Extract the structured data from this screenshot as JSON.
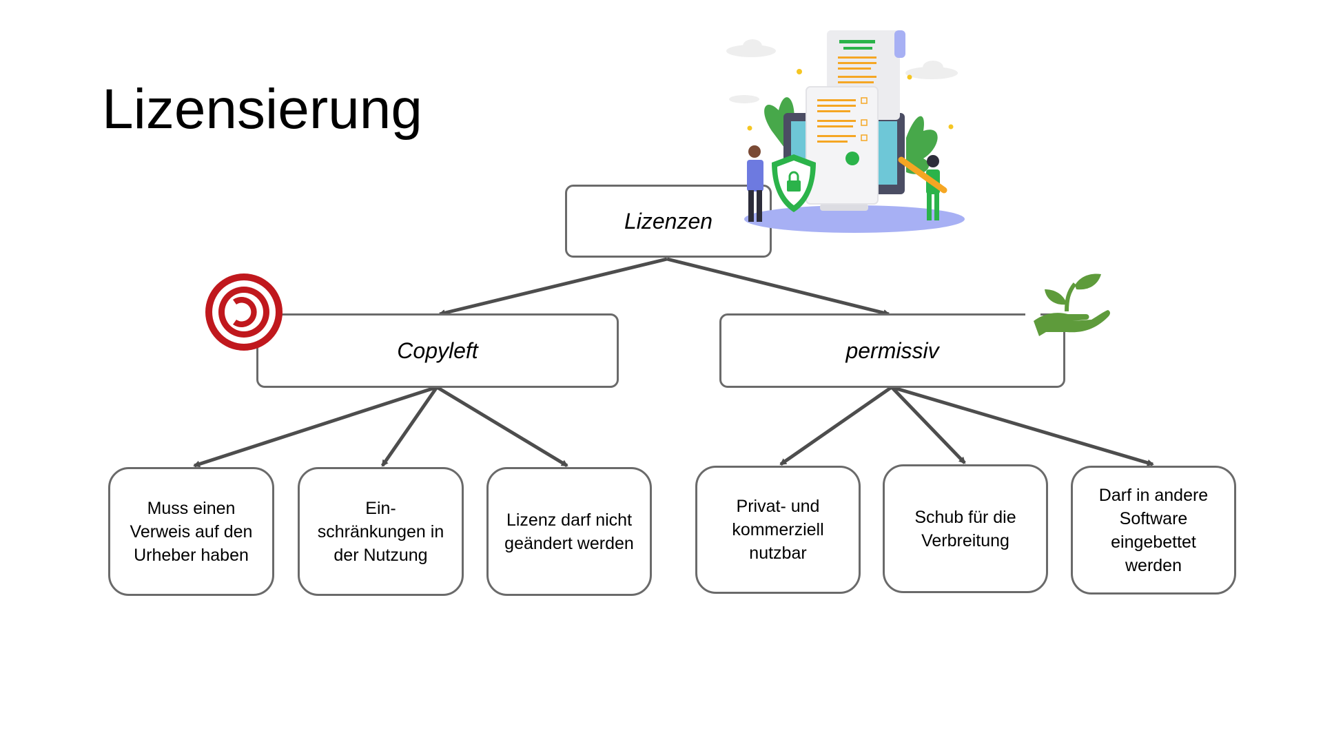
{
  "slide": {
    "title": "Lizensierung"
  },
  "root": {
    "label": "Lizenzen"
  },
  "branches": [
    {
      "label": "Copyleft",
      "icon": "copyleft-icon",
      "children": [
        "Muss einen Verweis auf den Urheber haben",
        "Ein-\nschränkungen in der Nutzung",
        "Lizenz darf nicht geändert werden"
      ]
    },
    {
      "label": "permissiv",
      "icon": "plant-in-hand-icon",
      "children": [
        "Privat- und kommerziell nutzbar",
        "Schub für die Verbreitung",
        "Darf in andere Software eingebettet werden"
      ]
    }
  ],
  "colors": {
    "border": "#6a6a6a",
    "arrow": "#4d4d4d",
    "copyleft": "#c0181d",
    "plant": "#5e9b3b"
  }
}
